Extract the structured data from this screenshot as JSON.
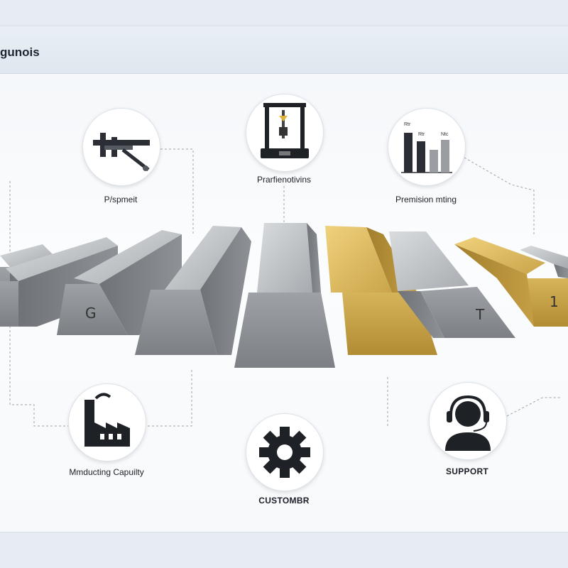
{
  "header": {
    "title": "gunois"
  },
  "nodes": [
    {
      "id": "precision",
      "label": "P/spmeit",
      "icon": "caliper-icon"
    },
    {
      "id": "printer",
      "label": "Prarfienotivins",
      "icon": "3d-printer-icon"
    },
    {
      "id": "chart",
      "label": "Premision mting",
      "icon": "bar-chart-icon"
    },
    {
      "id": "factory",
      "label": "Mmducting Capuilty",
      "icon": "factory-icon"
    },
    {
      "id": "customer",
      "label": "CUSTOMBR",
      "icon": "gear-icon"
    },
    {
      "id": "support",
      "label": "SUPPORT",
      "icon": "headset-icon"
    }
  ],
  "mini_chart": {
    "labels": [
      "Rtr",
      "Rtr",
      "Ntc"
    ],
    "values": [
      0.9,
      0.72,
      0.52,
      0.78
    ]
  },
  "bar_stamps": [
    "G",
    "T",
    "1"
  ],
  "colors": {
    "silver": "#9fa3a7",
    "gold": "#c9a44a",
    "accent": "#e0b43a"
  }
}
